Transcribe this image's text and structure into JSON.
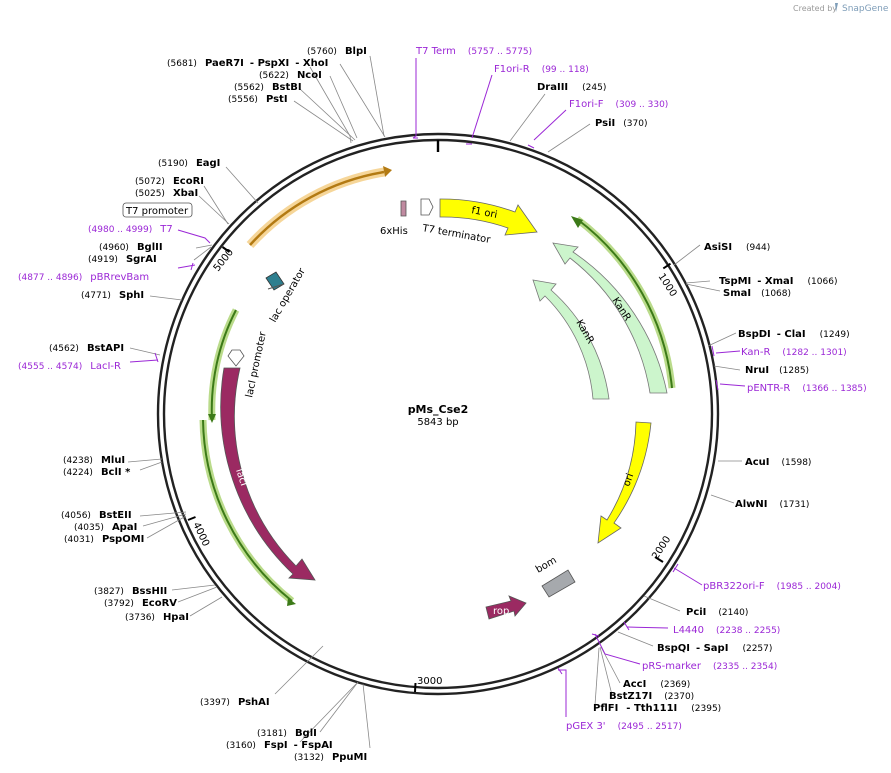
{
  "credit": {
    "text": "Created by",
    "brand": "SnapGene",
    "logo_icon": "snapgene-logo-icon"
  },
  "plasmid": {
    "name": "pMs_Cse2",
    "size": "5843 bp"
  },
  "ticks": [
    "1000",
    "2000",
    "3000",
    "4000",
    "5000"
  ],
  "enzymes": [
    {
      "pos": "(5681)",
      "name": "PaeR7I",
      "name2": "PspXI",
      "name3": "XhoI"
    },
    {
      "pos": "(5760)",
      "name": "BlpI"
    },
    {
      "pos": "(5622)",
      "name": "NcoI"
    },
    {
      "pos": "(5562)",
      "name": "BstBI"
    },
    {
      "pos": "(5556)",
      "name": "PstI"
    },
    {
      "pos": "(245)",
      "name": "DraIII"
    },
    {
      "pos": "(370)",
      "name": "PsiI"
    },
    {
      "pos": "(5190)",
      "name": "EagI"
    },
    {
      "pos": "(5072)",
      "name": "EcoRI"
    },
    {
      "pos": "(5025)",
      "name": "XbaI"
    },
    {
      "pos": "(4960)",
      "name": "BglII"
    },
    {
      "pos": "(4919)",
      "name": "SgrAI"
    },
    {
      "pos": "(4771)",
      "name": "SphI"
    },
    {
      "pos": "(4562)",
      "name": "BstAPI"
    },
    {
      "pos": "(4238)",
      "name": "MluI"
    },
    {
      "pos": "(4224)",
      "name": "BclI *"
    },
    {
      "pos": "(4056)",
      "name": "BstEII"
    },
    {
      "pos": "(4035)",
      "name": "ApaI"
    },
    {
      "pos": "(4031)",
      "name": "PspOMI"
    },
    {
      "pos": "(3827)",
      "name": "BssHII"
    },
    {
      "pos": "(3792)",
      "name": "EcoRV"
    },
    {
      "pos": "(3736)",
      "name": "HpaI"
    },
    {
      "pos": "(3397)",
      "name": "PshAI"
    },
    {
      "pos": "(3181)",
      "name": "BglI"
    },
    {
      "pos": "(3160)",
      "name": "FspI",
      "name2": "FspAI"
    },
    {
      "pos": "(3132)",
      "name": "PpuMI"
    },
    {
      "pos": "(944)",
      "name": "AsiSI"
    },
    {
      "pos": "(1066)",
      "name": "TspMI",
      "name2": "XmaI"
    },
    {
      "pos": "(1068)",
      "name": "SmaI"
    },
    {
      "pos": "(1249)",
      "name": "BspDI",
      "name2": "ClaI"
    },
    {
      "pos": "(1285)",
      "name": "NruI"
    },
    {
      "pos": "(1598)",
      "name": "AcuI"
    },
    {
      "pos": "(1731)",
      "name": "AlwNI"
    },
    {
      "pos": "(2140)",
      "name": "PciI"
    },
    {
      "pos": "(2257)",
      "name": "BspQI",
      "name2": "SapI"
    },
    {
      "pos": "(2369)",
      "name": "AccI"
    },
    {
      "pos": "(2370)",
      "name": "BstZ17I"
    },
    {
      "pos": "(2395)",
      "name": "PflFI",
      "name2": "Tth111I"
    }
  ],
  "primers": [
    {
      "name": "T7 Term",
      "range": "(5757 .. 5775)"
    },
    {
      "name": "F1ori-R",
      "range": "(99 .. 118)"
    },
    {
      "name": "F1ori-F",
      "range": "(309 .. 330)"
    },
    {
      "name": "T7",
      "range": "(4980 .. 4999)"
    },
    {
      "name": "pBRrevBam",
      "range": "(4877 .. 4896)"
    },
    {
      "name": "LacI-R",
      "range": "(4555 .. 4574)"
    },
    {
      "name": "Kan-R",
      "range": "(1282 .. 1301)"
    },
    {
      "name": "pENTR-R",
      "range": "(1366 .. 1385)"
    },
    {
      "name": "pBR322ori-F",
      "range": "(1985 .. 2004)"
    },
    {
      "name": "L4440",
      "range": "(2238 .. 2255)"
    },
    {
      "name": "pRS-marker",
      "range": "(2335 .. 2354)"
    },
    {
      "name": "pGEX 3'",
      "range": "(2495 .. 2517)"
    }
  ],
  "features": {
    "t7_promoter": "T7 promoter",
    "his_tag": "6xHis",
    "t7_terminator": "T7 terminator",
    "f1_ori": "f1 ori",
    "kanr_outer": "KanR",
    "kanr_inner": "KanR",
    "ori": "ori",
    "bom": "bom",
    "rop": "rop",
    "laci": "lacI",
    "laci_promoter": "lacI promoter",
    "lac_operator": "lac operator"
  },
  "colors": {
    "primer": "#9b27d6",
    "f1_ori": "#ffff00",
    "ori": "#ffff00",
    "kanr": "#ccf5cc",
    "laci": "#9b2a62",
    "rop": "#9b2a62",
    "bom": "#a6a9ad",
    "lac_operator": "#2e7f8f",
    "his": "#c08aa0",
    "orf_halo": "#9ccc5a",
    "t7_halo": "#f2c46e"
  }
}
